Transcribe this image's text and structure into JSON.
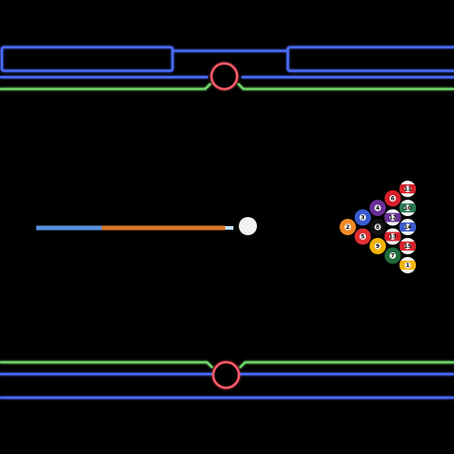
{
  "game": {
    "title": "",
    "table": {
      "background": "#000000",
      "neon_blue": "#4a6cff",
      "neon_green": "#6ed36a",
      "pocket_color": "#ff5a6a"
    },
    "hud": {
      "left_panel": {
        "player_name": "",
        "score": ""
      },
      "right_panel": {
        "player_name": "",
        "score": ""
      }
    },
    "cue": {
      "shaft_color": "#5a8fe0",
      "butt_color": "#d9772a",
      "tip_color": "#bfe3ff"
    },
    "cue_ball": {
      "color": "#f2f2f2"
    },
    "balls": [
      {
        "label": "11",
        "color": "#d6202a",
        "stripe": true
      },
      {
        "label": "1",
        "color": "#f2b400",
        "stripe": true
      },
      {
        "label": "12",
        "color": "#6a2e98",
        "stripe": true
      },
      {
        "label": "6",
        "color": "#d6202a",
        "stripe": false
      },
      {
        "label": "4",
        "color": "#6a2e98",
        "stripe": false
      },
      {
        "label": "8",
        "color": "#111111",
        "stripe": false
      },
      {
        "label": "13",
        "color": "#d6202a",
        "stripe": true
      },
      {
        "label": "2",
        "color": "#f08a24",
        "stripe": false
      },
      {
        "label": "3",
        "color": "#3a5bd0",
        "stripe": false
      },
      {
        "label": "5",
        "color": "#e03030",
        "stripe": false
      },
      {
        "label": "7",
        "color": "#1f6b3a",
        "stripe": false
      },
      {
        "label": "9",
        "color": "#f2b400",
        "stripe": false
      },
      {
        "label": "10",
        "color": "#2a7a55",
        "stripe": true
      },
      {
        "label": "14",
        "color": "#3a5bd0",
        "stripe": true
      },
      {
        "label": "15",
        "color": "#d6202a",
        "stripe": true
      }
    ]
  }
}
